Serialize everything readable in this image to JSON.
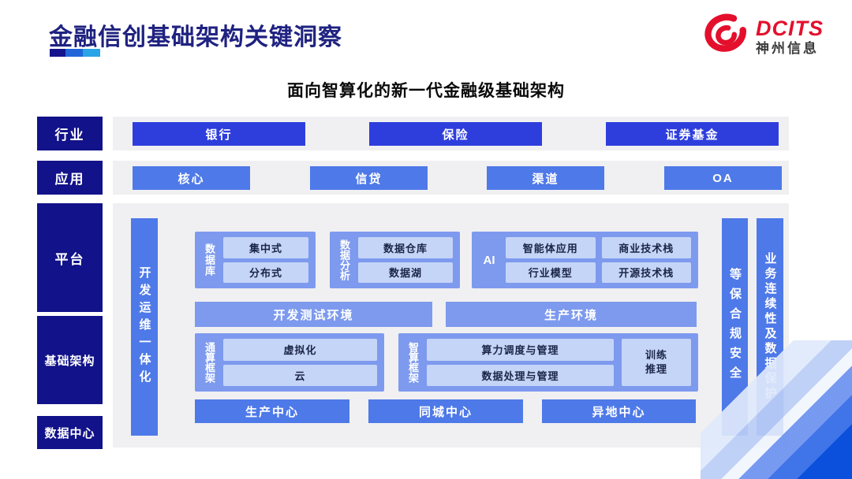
{
  "slide": {
    "title": "金融信创基础架构关键洞察",
    "subtitle": "面向智算化的新一代金融级基础架构"
  },
  "logo": {
    "brand": "DCITS",
    "company": "神州信息"
  },
  "sidebar": {
    "industry": "行业",
    "application": "应用",
    "platform": "平台",
    "infrastructure": "基础架构",
    "datacenter": "数据中心"
  },
  "industry_row": {
    "items": [
      "银行",
      "保险",
      "证券基金"
    ]
  },
  "application_row": {
    "items": [
      "核心",
      "信贷",
      "渠道",
      "OA"
    ]
  },
  "platform_area": {
    "devops_bar": "开发运维一体化",
    "database": {
      "label": "数据库",
      "items": [
        "集中式",
        "分布式"
      ]
    },
    "analytics": {
      "label": "数据分析",
      "items": [
        "数据仓库",
        "数据湖"
      ]
    },
    "ai": {
      "label": "AI",
      "items": [
        "智能体应用",
        "行业模型",
        "商业技术栈",
        "开源技术栈"
      ]
    },
    "environments": {
      "dev_test": "开发测试环境",
      "production": "生产环境"
    },
    "general_framework": {
      "label": "通算框架",
      "items": [
        "虚拟化",
        "云"
      ]
    },
    "intelligent_framework": {
      "label": "智算框架",
      "items": [
        "算力调度与管理",
        "数据处理与管理"
      ],
      "side_item": "训练推理"
    },
    "centers": [
      "生产中心",
      "同城中心",
      "异地中心"
    ],
    "security_bar": "等保合规安全",
    "continuity_bar": "业务连续性及数据保护"
  },
  "colors": {
    "title_navy": "#1f2280",
    "sidebar_navy": "#12128a",
    "industry_blue": "#2e3edd",
    "app_blue": "#4e79e8",
    "group_blue": "#7d9aee",
    "chip_light": "#c5d5f7",
    "panel_gray": "#f0f0f2",
    "logo_red": "#e40f2c",
    "underline_segments": [
      "#14148c",
      "#2166d8",
      "#2aa4e6"
    ]
  }
}
